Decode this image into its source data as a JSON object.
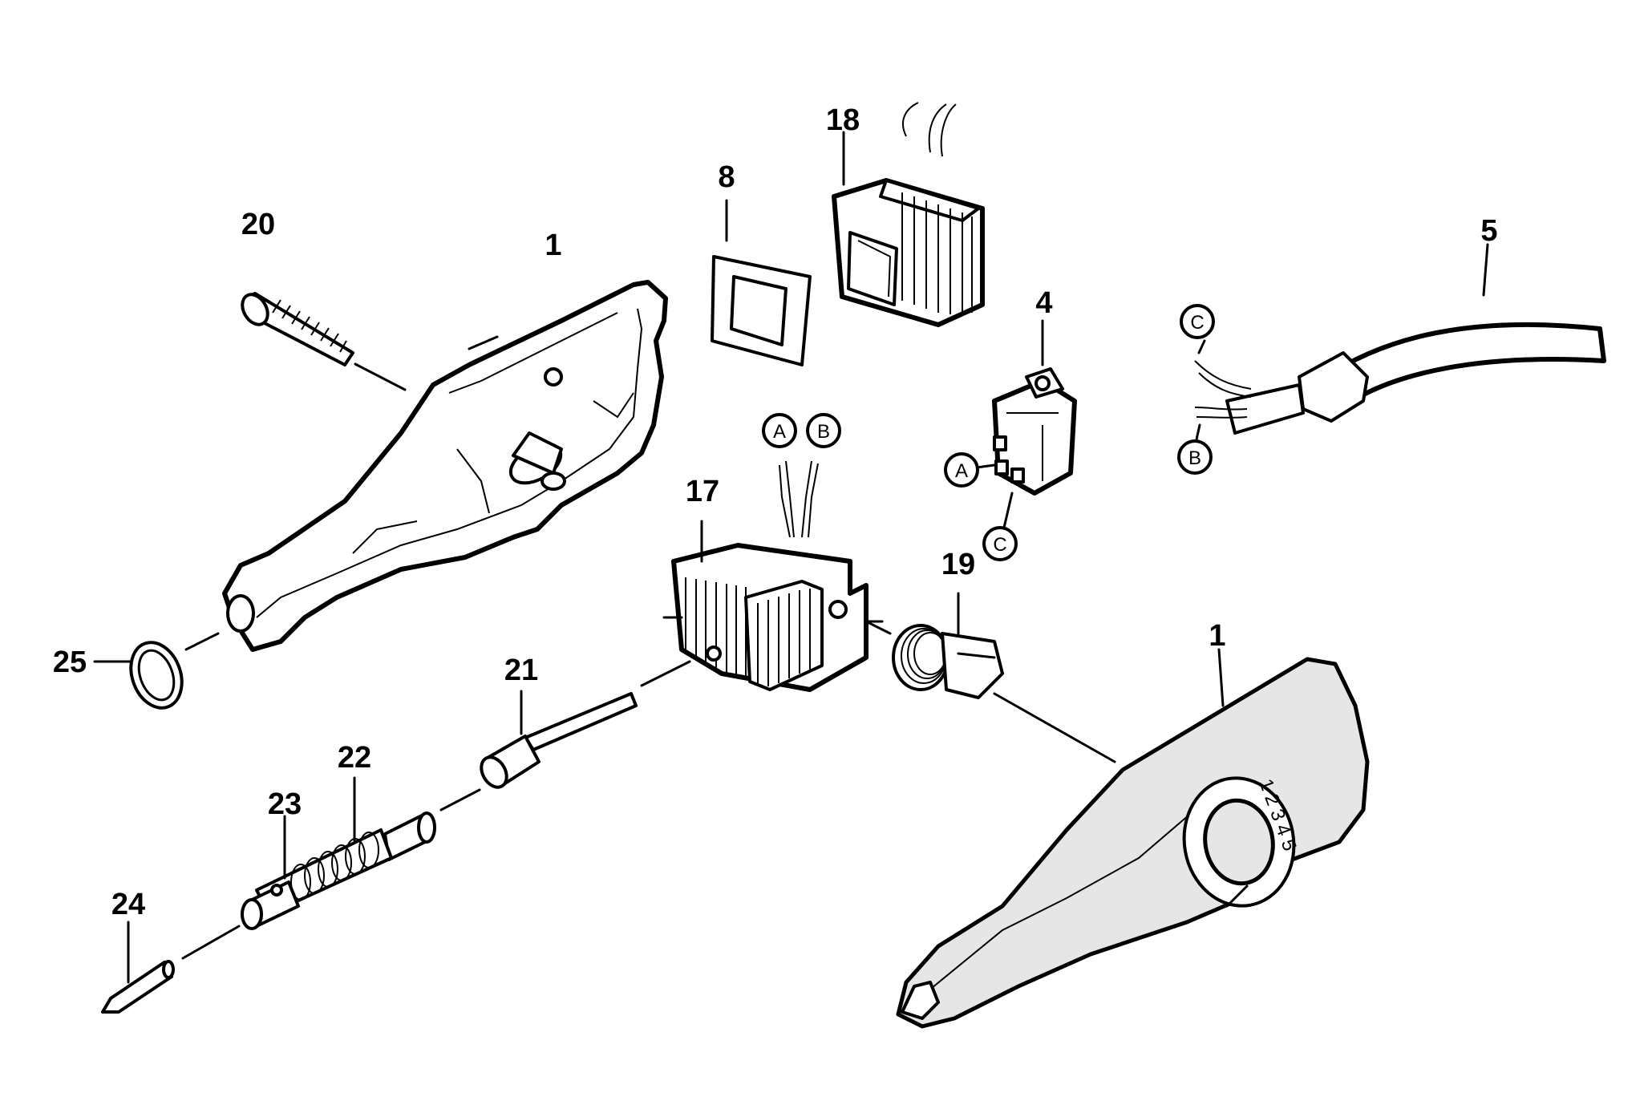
{
  "diagram": {
    "part_labels": [
      "1",
      "1",
      "4",
      "5",
      "8",
      "17",
      "18",
      "19",
      "20",
      "21",
      "22",
      "23",
      "24",
      "25"
    ],
    "connector_labels": [
      "A",
      "B",
      "A",
      "C",
      "C",
      "B"
    ],
    "dial_marks": "1 2 3 4 5"
  }
}
